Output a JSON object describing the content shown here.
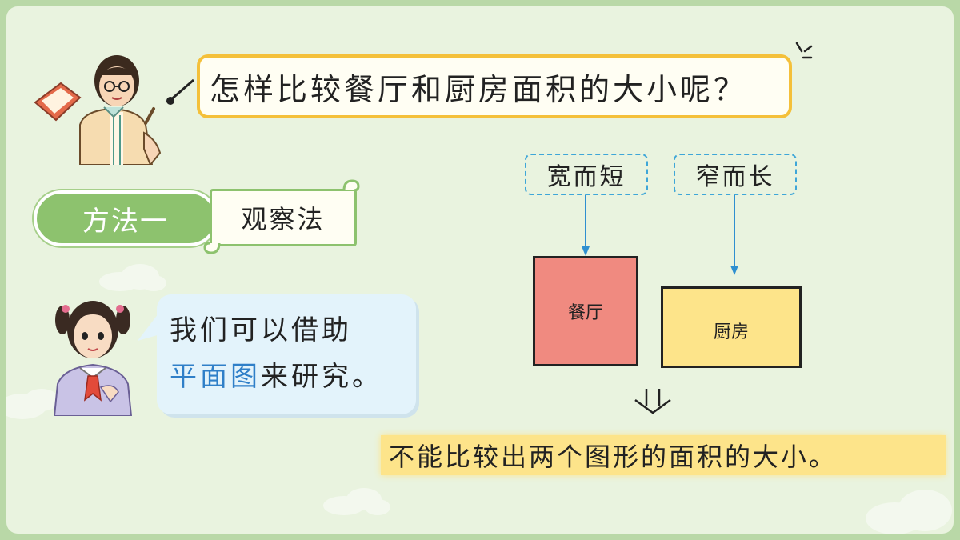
{
  "question": "怎样比较餐厅和厨房面积的大小呢？",
  "method": {
    "label": "方法一",
    "name": "观察法"
  },
  "girl_speech": {
    "line1": "我们可以借助",
    "highlight": "平面图",
    "line2_rest": "来研究。"
  },
  "tags": {
    "left": "宽而短",
    "right": "窄而长"
  },
  "rooms": {
    "dining": "餐厅",
    "kitchen": "厨房"
  },
  "conclusion": "不能比较出两个图形的面积的大小。",
  "colors": {
    "frame": "#b9d8a7",
    "background": "#e9f3df",
    "question_border": "#f4c03a",
    "pill_green": "#8dc26e",
    "dining_fill": "#f08a80",
    "kitchen_fill": "#fde48a",
    "dash_blue": "#3ea6d8",
    "arrow_blue": "#2f8fd0",
    "highlight_blue": "#2f7fc8"
  }
}
